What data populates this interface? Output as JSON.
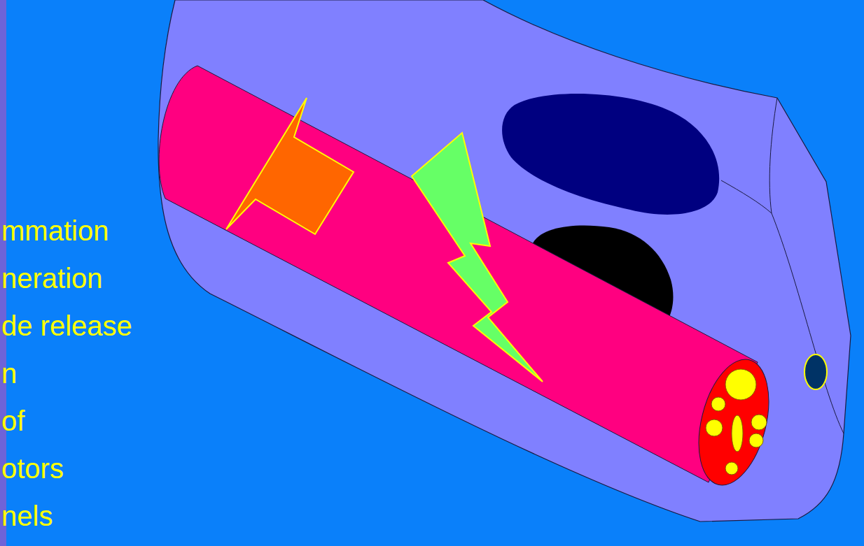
{
  "diagram": {
    "labels": [
      "mmation",
      "neration",
      "de release",
      "n",
      "of",
      "otors",
      "nels"
    ]
  }
}
